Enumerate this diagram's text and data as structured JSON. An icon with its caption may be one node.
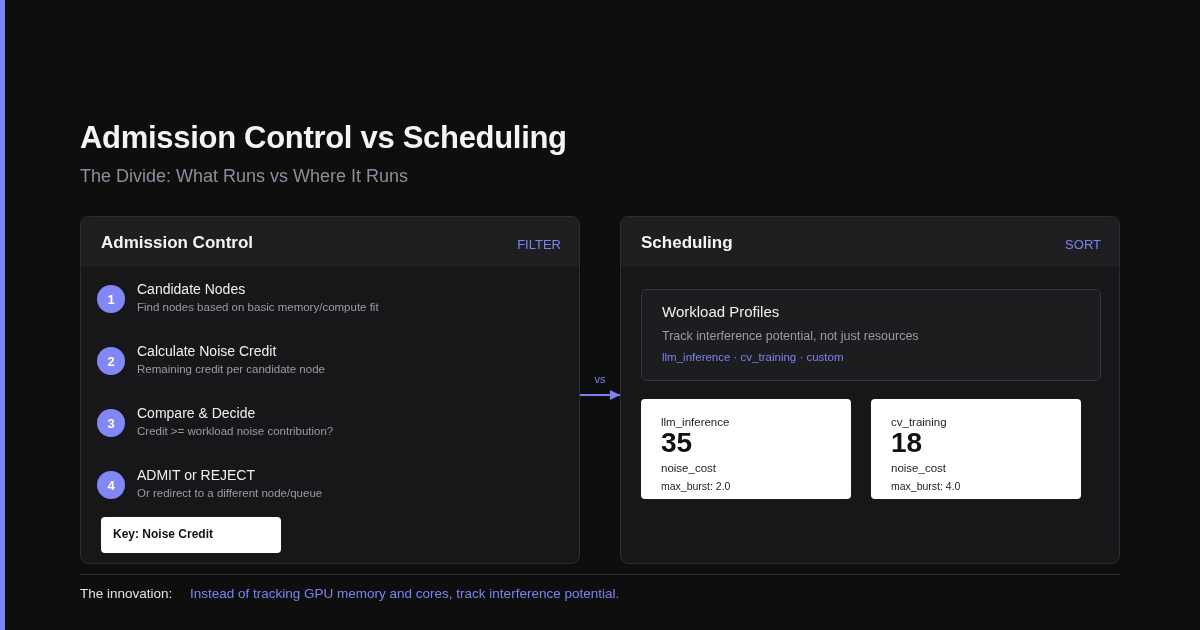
{
  "diagram": {
    "title": "Admission Control vs Scheduling",
    "nodes": [
      {
        "text": [
          "Admission Control",
          "FILTER"
        ]
      },
      {
        "text": [
          "1"
        ],
        "beside": [
          "Candidate Nodes",
          "Find nodes based on basic memory/compute fit"
        ],
        "in": 0
      },
      {
        "text": [
          "2"
        ],
        "beside": [
          "Calculate Noise Credit",
          "Remaining credit per candidate node"
        ],
        "in": 0
      },
      {
        "text": [
          "3"
        ],
        "beside": [
          "Compare & Decide",
          "Credit >= workload noise contribution?"
        ],
        "in": 0
      },
      {
        "text": [
          "4"
        ],
        "beside": [
          "ADMIT or REJECT",
          "Or redirect to a different node/queue"
        ],
        "in": 0
      },
      {
        "text": [
          "Key: Noise Credit"
        ],
        "in": 0
      },
      {
        "text": [
          "Scheduling",
          "SORT"
        ]
      },
      {
        "text": [
          "Workload Profiles",
          "Track interference potential, not just resources",
          "llm_inference · cv_training · custom"
        ],
        "in": 6
      },
      {
        "text": [
          "llm_inference",
          "35",
          "noise_cost",
          "max_burst: 2.0"
        ],
        "in": 6
      },
      {
        "text": [
          "cv_training",
          "18",
          "noise_cost",
          "max_burst: 4.0"
        ],
        "in": 6
      }
    ],
    "edges": [
      {
        "from": 0,
        "to": 6,
        "arrow": "to",
        "label": "vs"
      }
    ],
    "labels": [
      "The Divide: What Runs vs Where It Runs",
      "The innovation:",
      "Instead of tracking GPU memory and cores, track interference potential."
    ]
  }
}
